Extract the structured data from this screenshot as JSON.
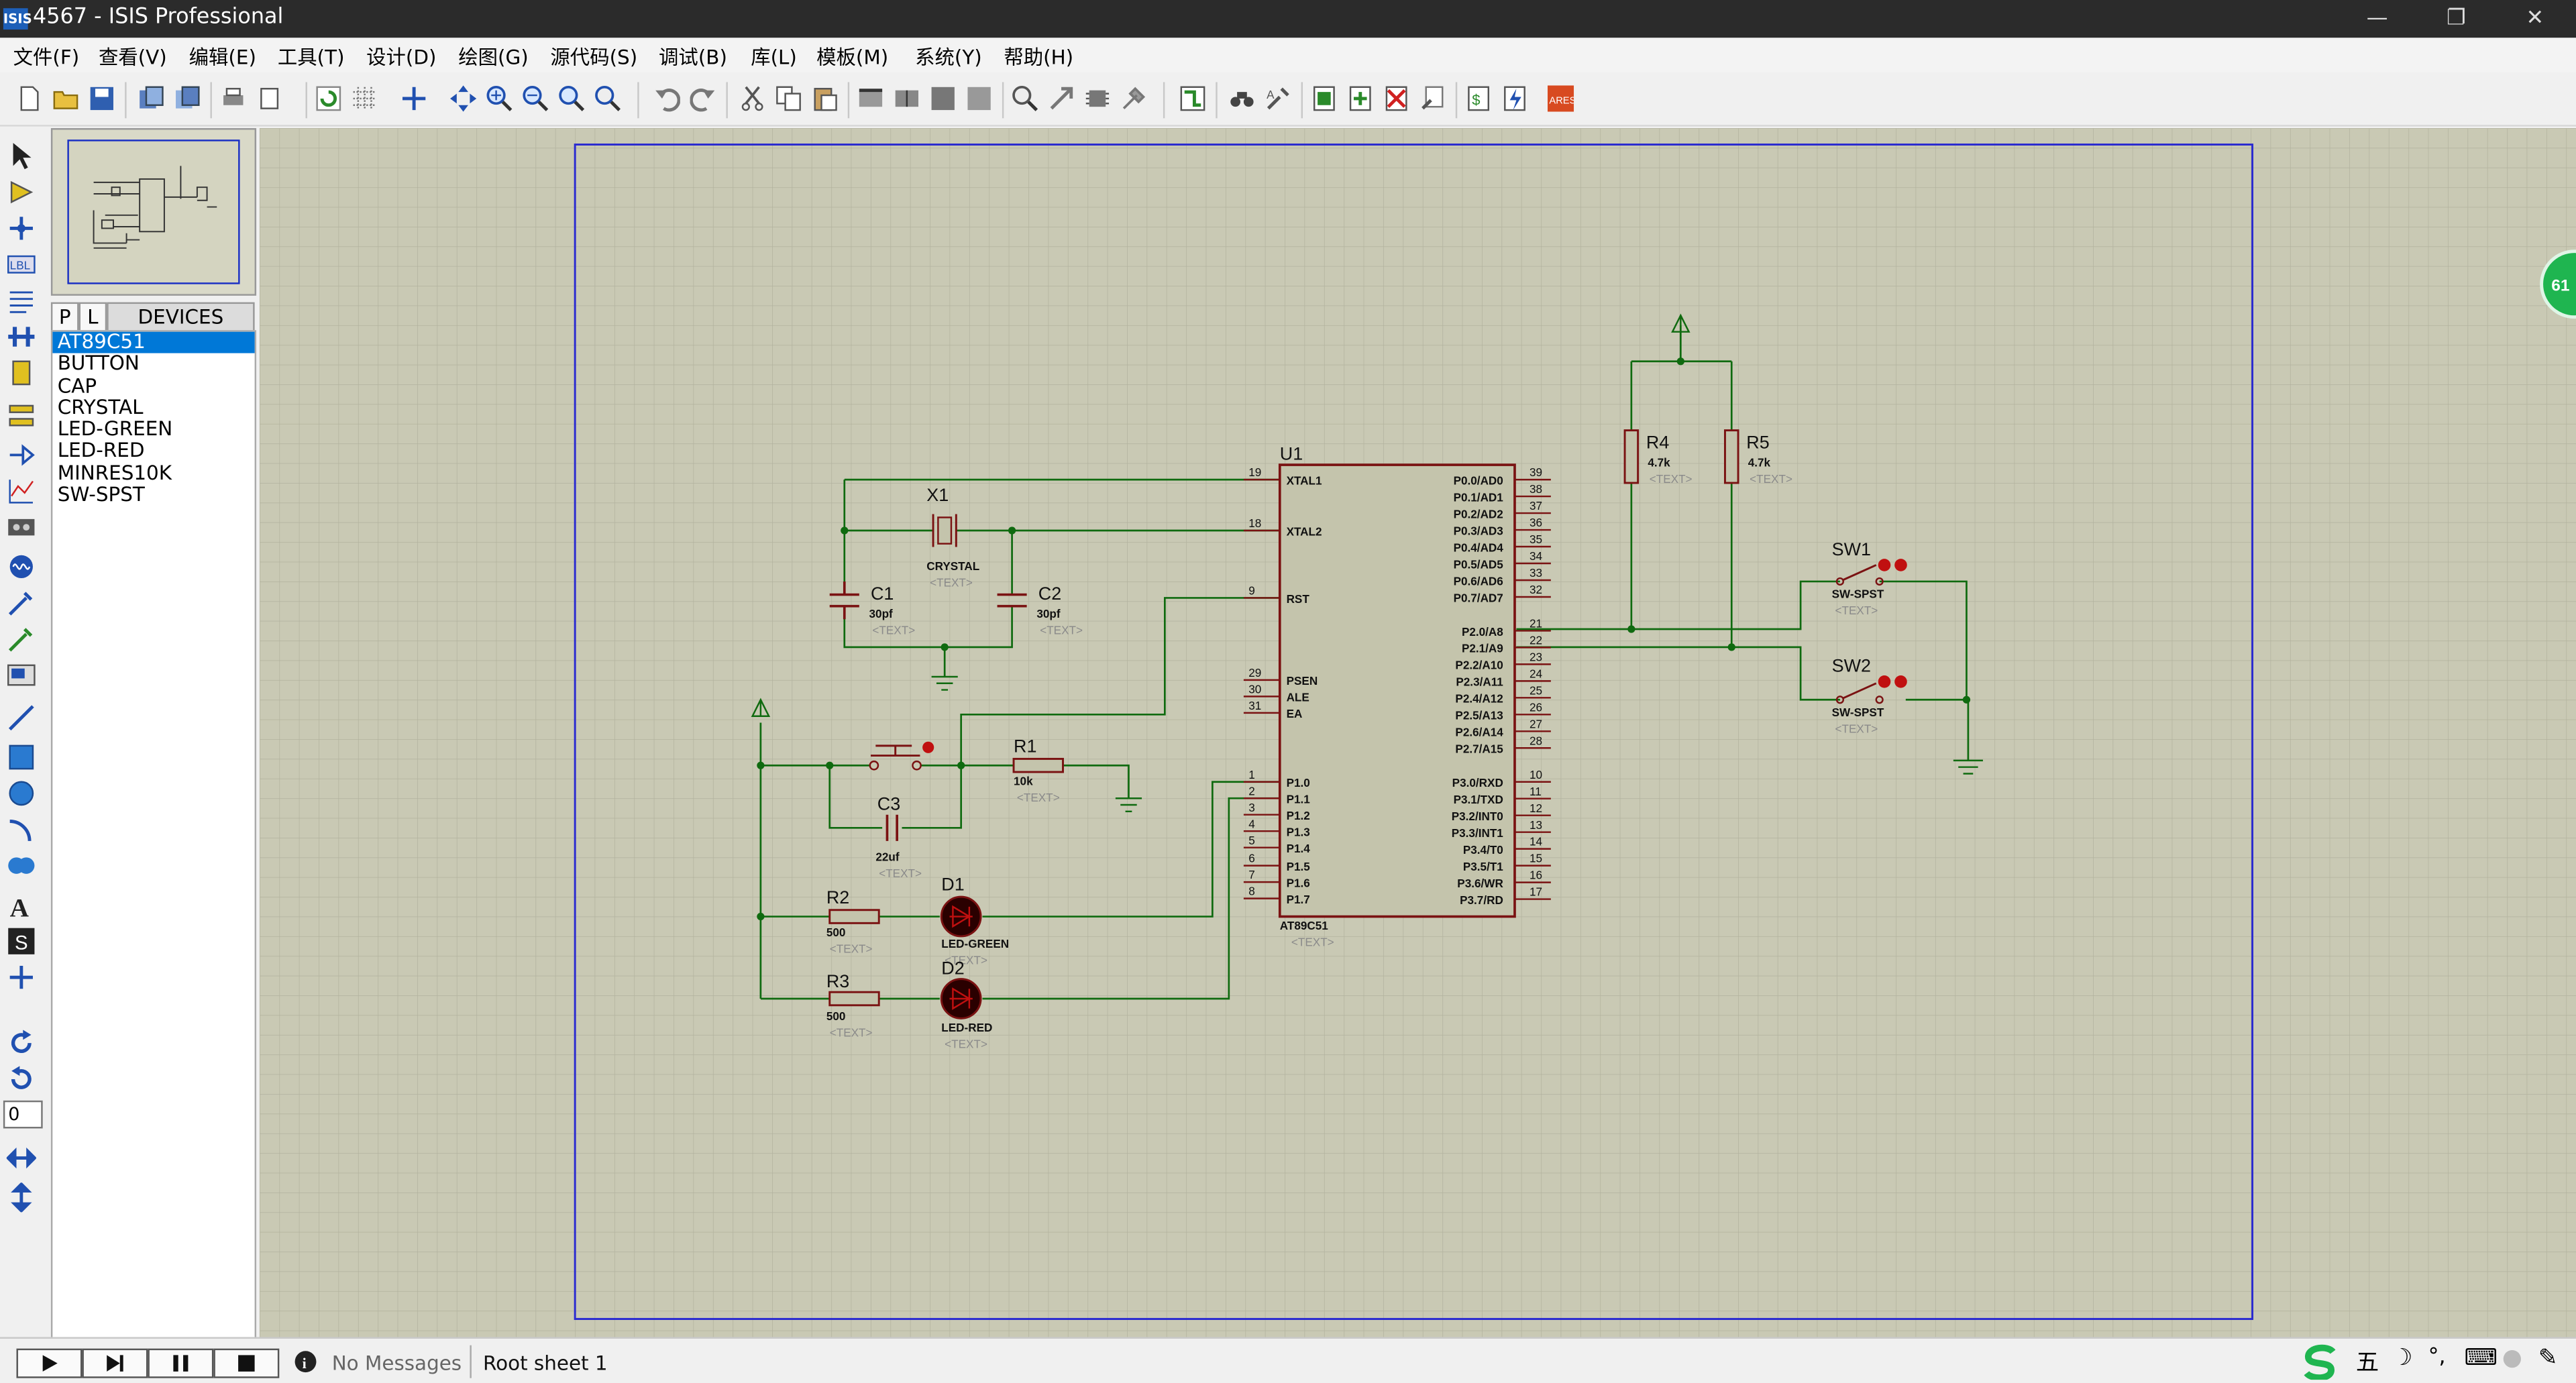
{
  "window": {
    "title": "4567 - ISIS Professional",
    "app_icon_text": "ISIS",
    "controls": {
      "minimize": "—",
      "restore": "❐",
      "close": "✕"
    }
  },
  "menu": [
    "文件(F)",
    "查看(V)",
    "编辑(E)",
    "工具(T)",
    "设计(D)",
    "绘图(G)",
    "源代码(S)",
    "调试(B)",
    "库(L)",
    "模板(M)",
    "系统(Y)",
    "帮助(H)"
  ],
  "toolbar_icons": [
    "new-file-icon",
    "open-folder-icon",
    "save-icon",
    "import-icon",
    "export-icon",
    "print-icon",
    "print-area-icon",
    "refresh-icon",
    "grid-icon",
    "origin-icon",
    "pan-icon",
    "zoom-in-icon",
    "zoom-out-icon",
    "zoom-all-icon",
    "zoom-area-icon",
    "undo-icon",
    "redo-icon",
    "cut-icon",
    "copy-icon",
    "paste-icon",
    "block-copy-icon",
    "block-move-icon",
    "block-rotate-icon",
    "block-delete-icon",
    "pick-device-icon",
    "make-device-icon",
    "packaging-icon",
    "decompose-icon",
    "wire-autoroute-icon",
    "search-icon",
    "property-tool-icon",
    "new-sheet-icon",
    "add-sheet-icon",
    "remove-sheet-icon",
    "goto-sheet-icon",
    "bom-icon",
    "electrical-check-icon",
    "ares-icon"
  ],
  "left_tools": [
    "select-icon",
    "component-icon",
    "junction-icon",
    "wire-label-icon",
    "text-script-icon",
    "bus-icon",
    "subcircuit-icon",
    "terminal-icon",
    "pin-icon",
    "graph-icon",
    "tape-icon",
    "generator-icon",
    "voltage-probe-icon",
    "current-probe-icon",
    "virtual-instrument-icon",
    "line-icon",
    "box-icon",
    "circle-icon",
    "arc-icon",
    "path-icon",
    "text-icon",
    "symbol-icon",
    "marker-icon",
    "rotate-cw-icon",
    "rotate-ccw-icon",
    "angle-field",
    "flip-horizontal-icon",
    "flip-vertical-icon"
  ],
  "rotation_value": "0",
  "device_panel": {
    "tab_p": "P",
    "tab_l": "L",
    "header": "DEVICES",
    "devices": [
      "AT89C51",
      "BUTTON",
      "CAP",
      "CRYSTAL",
      "LED-GREEN",
      "LED-RED",
      "MINRES10K",
      "SW-SPST"
    ],
    "selected_index": 0
  },
  "status": {
    "messages": "No Messages",
    "sheet": "Root sheet 1"
  },
  "badge": "61",
  "schematic": {
    "u1": {
      "ref": "U1",
      "part": "AT89C51",
      "text": "<TEXT>"
    },
    "pins_left": [
      {
        "num": "19",
        "name": "XTAL1"
      },
      {
        "num": "18",
        "name": "XTAL2"
      },
      {
        "num": "9",
        "name": "RST"
      },
      {
        "num": "29",
        "name": "PSEN"
      },
      {
        "num": "30",
        "name": "ALE"
      },
      {
        "num": "31",
        "name": "EA"
      },
      {
        "num": "1",
        "name": "P1.0"
      },
      {
        "num": "2",
        "name": "P1.1"
      },
      {
        "num": "3",
        "name": "P1.2"
      },
      {
        "num": "4",
        "name": "P1.3"
      },
      {
        "num": "5",
        "name": "P1.4"
      },
      {
        "num": "6",
        "name": "P1.5"
      },
      {
        "num": "7",
        "name": "P1.6"
      },
      {
        "num": "8",
        "name": "P1.7"
      }
    ],
    "pins_right": [
      {
        "num": "39",
        "name": "P0.0/AD0"
      },
      {
        "num": "38",
        "name": "P0.1/AD1"
      },
      {
        "num": "37",
        "name": "P0.2/AD2"
      },
      {
        "num": "36",
        "name": "P0.3/AD3"
      },
      {
        "num": "35",
        "name": "P0.4/AD4"
      },
      {
        "num": "34",
        "name": "P0.5/AD5"
      },
      {
        "num": "33",
        "name": "P0.6/AD6"
      },
      {
        "num": "32",
        "name": "P0.7/AD7"
      },
      {
        "num": "21",
        "name": "P2.0/A8"
      },
      {
        "num": "22",
        "name": "P2.1/A9"
      },
      {
        "num": "23",
        "name": "P2.2/A10"
      },
      {
        "num": "24",
        "name": "P2.3/A11"
      },
      {
        "num": "25",
        "name": "P2.4/A12"
      },
      {
        "num": "26",
        "name": "P2.5/A13"
      },
      {
        "num": "27",
        "name": "P2.6/A14"
      },
      {
        "num": "28",
        "name": "P2.7/A15"
      },
      {
        "num": "10",
        "name": "P3.0/RXD"
      },
      {
        "num": "11",
        "name": "P3.1/TXD"
      },
      {
        "num": "12",
        "name": "P3.2/INT0"
      },
      {
        "num": "13",
        "name": "P3.3/INT1"
      },
      {
        "num": "14",
        "name": "P3.4/T0"
      },
      {
        "num": "15",
        "name": "P3.5/T1"
      },
      {
        "num": "16",
        "name": "P3.6/WR"
      },
      {
        "num": "17",
        "name": "P3.7/RD"
      }
    ],
    "x1": {
      "ref": "X1",
      "part": "CRYSTAL",
      "text": "<TEXT>"
    },
    "c1": {
      "ref": "C1",
      "value": "30pf",
      "text": "<TEXT>"
    },
    "c2": {
      "ref": "C2",
      "value": "30pf",
      "text": "<TEXT>"
    },
    "c3": {
      "ref": "C3",
      "value": "22uf",
      "text": "<TEXT>"
    },
    "r1": {
      "ref": "R1",
      "value": "10k",
      "text": "<TEXT>"
    },
    "r2": {
      "ref": "R2",
      "value": "500",
      "text": "<TEXT>"
    },
    "r3": {
      "ref": "R3",
      "value": "500",
      "text": "<TEXT>"
    },
    "r4": {
      "ref": "R4",
      "value": "4.7k",
      "text": "<TEXT>"
    },
    "r5": {
      "ref": "R5",
      "value": "4.7k",
      "text": "<TEXT>"
    },
    "d1": {
      "ref": "D1",
      "part": "LED-GREEN",
      "text": "<TEXT>"
    },
    "d2": {
      "ref": "D2",
      "part": "LED-RED",
      "text": "<TEXT>"
    },
    "sw1": {
      "ref": "SW1",
      "part": "SW-SPST",
      "text": "<TEXT>"
    },
    "sw2": {
      "ref": "SW2",
      "part": "SW-SPST",
      "text": "<TEXT>"
    }
  },
  "colors": {
    "canvas": "#c9c9b4",
    "grid": "#b6b6a2",
    "sheet_border": "#2a2ad0",
    "wire": "#0f6a0f",
    "component": "#7a1212",
    "chip_fill": "#c4c4ac",
    "label_grey": "#8a8a8a",
    "selection": "#0078d7"
  }
}
